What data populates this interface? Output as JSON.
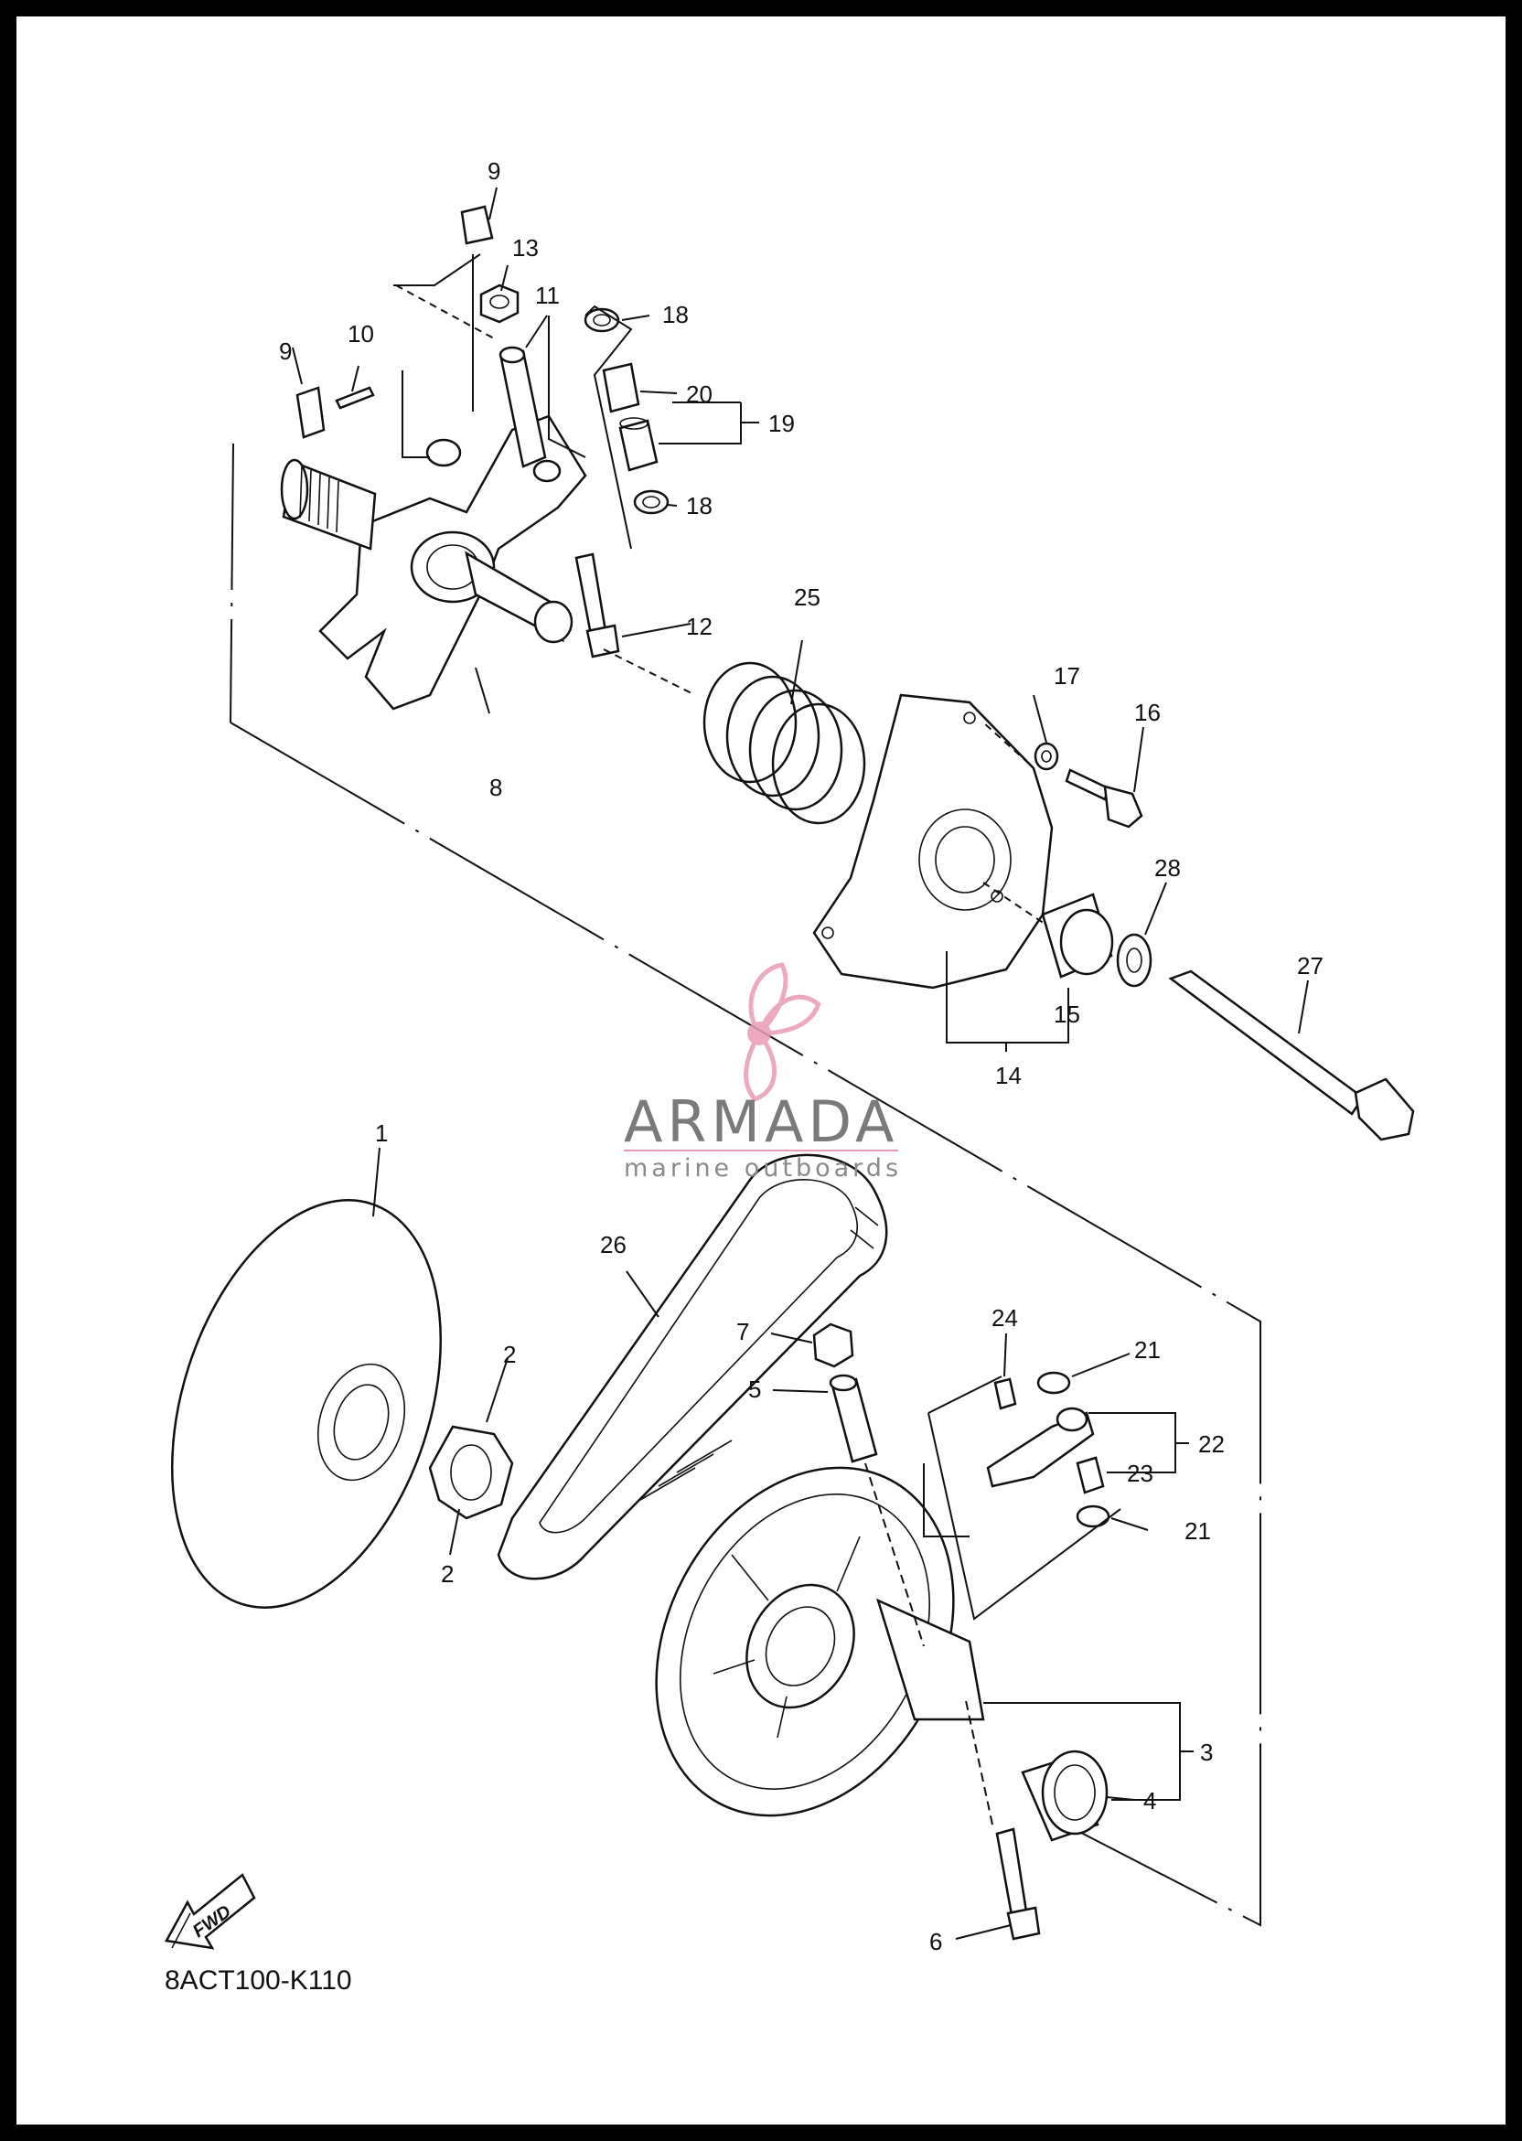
{
  "diagram": {
    "drawing_code": "8ACT100-K110",
    "fwd_label": "FWD",
    "watermark": {
      "brand": "ARMADA",
      "tagline": "marine outboards",
      "logo_color": "#e89bb8"
    },
    "callouts": [
      "1",
      "2",
      "2",
      "3",
      "4",
      "5",
      "6",
      "7",
      "8",
      "9",
      "9",
      "10",
      "11",
      "12",
      "13",
      "14",
      "15",
      "16",
      "17",
      "18",
      "18",
      "19",
      "20",
      "21",
      "21",
      "22",
      "23",
      "24",
      "25",
      "26",
      "27",
      "28"
    ]
  }
}
